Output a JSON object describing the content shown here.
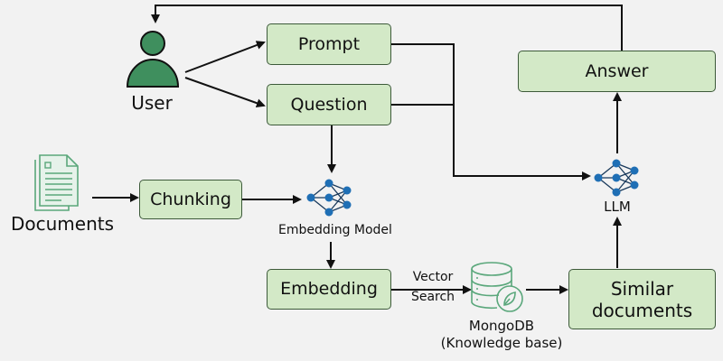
{
  "diagram": {
    "title": "RAG pipeline with MongoDB",
    "nodes": {
      "user": "User",
      "prompt": "Prompt",
      "question": "Question",
      "documents": "Documents",
      "chunking": "Chunking",
      "embedding_model": "Embedding Model",
      "embedding": "Embedding",
      "mongodb": "MongoDB",
      "mongodb_sub": "(Knowledge base)",
      "similar_documents_line1": "Similar",
      "similar_documents_line2": "documents",
      "llm": "LLM",
      "answer": "Answer"
    },
    "edge_labels": {
      "vector_line1": "Vector",
      "vector_line2": "Search"
    },
    "edges": [
      {
        "from": "User",
        "to": "Prompt"
      },
      {
        "from": "User",
        "to": "Question"
      },
      {
        "from": "Question",
        "to": "Embedding Model"
      },
      {
        "from": "Documents",
        "to": "Chunking"
      },
      {
        "from": "Chunking",
        "to": "Embedding Model"
      },
      {
        "from": "Embedding Model",
        "to": "Embedding"
      },
      {
        "from": "Embedding",
        "to": "MongoDB",
        "label": "Vector Search"
      },
      {
        "from": "MongoDB",
        "to": "Similar documents"
      },
      {
        "from": "Similar documents",
        "to": "LLM"
      },
      {
        "from": "Prompt",
        "to": "LLM"
      },
      {
        "from": "Question",
        "to": "LLM"
      },
      {
        "from": "LLM",
        "to": "Answer"
      },
      {
        "from": "Answer",
        "to": "User"
      }
    ],
    "colors": {
      "box_fill": "#d3e9c7",
      "box_border": "#3d5a3a",
      "user_icon": "#3f8f5e",
      "network_icon": "#1f6fb5",
      "doc_icon": "#5aa77b",
      "background": "#f2f2f2"
    }
  }
}
